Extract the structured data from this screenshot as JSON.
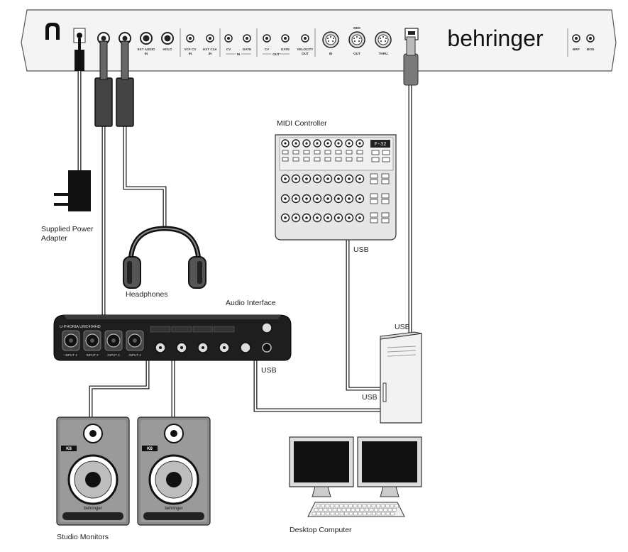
{
  "brand": "behringer",
  "labels": {
    "midi_controller": "MIDI Controller",
    "supplied_power_adapter_line1": "Supplied Power",
    "supplied_power_adapter_line2": "Adapter",
    "headphones": "Headphones",
    "audio_interface": "Audio Interface",
    "studio_monitors": "Studio Monitors",
    "desktop_computer": "Desktop Computer",
    "usb_midi_controller": "USB",
    "usb_synth": "USB",
    "usb_audio_interface": "USB",
    "usb_computer": "USB"
  },
  "synth_panel": {
    "jacks": [
      {
        "label": "EXT AUDIO",
        "sub": "IN"
      },
      {
        "label": "HOLD",
        "sub": ""
      },
      {
        "label": "VCF CV",
        "sub": "IN"
      },
      {
        "label": "EXT CLK",
        "sub": "IN"
      },
      {
        "label": "CV",
        "sub": ""
      },
      {
        "label": "GATE",
        "sub": ""
      },
      {
        "label": "CV",
        "sub": ""
      },
      {
        "label": "GATE",
        "sub": ""
      },
      {
        "label": "VELOCITY",
        "sub": "OUT"
      },
      {
        "label": "BRP",
        "sub": ""
      },
      {
        "label": "MOD",
        "sub": ""
      }
    ],
    "group_in": "IN",
    "group_out": "OUT",
    "midi_title": "MIDI",
    "midi_ports": [
      "IN",
      "OUT",
      "THRU"
    ]
  },
  "audio_interface_text": {
    "model": "U-PHORIA UMC404HD",
    "channels": [
      "INPUT 1",
      "INPUT 2",
      "INPUT 3",
      "INPUT 4"
    ]
  },
  "monitor_brand": "behringer",
  "monitor_badge": "K8"
}
